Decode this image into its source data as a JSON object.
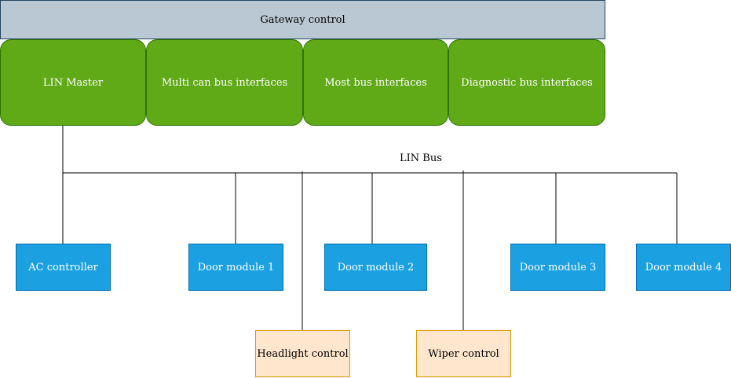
{
  "gateway": {
    "label": "Gateway control"
  },
  "interfaces": [
    {
      "label": "LIN Master"
    },
    {
      "label": "Multi can bus interfaces"
    },
    {
      "label": "Most bus interfaces"
    },
    {
      "label": "Diagnostic bus interfaces"
    }
  ],
  "bus": {
    "label": "LIN Bus"
  },
  "modules": [
    {
      "label": "AC controller"
    },
    {
      "label": "Door module 1"
    },
    {
      "label": "Door module 2"
    },
    {
      "label": "Door module 3"
    },
    {
      "label": "Door module 4"
    }
  ],
  "controls": [
    {
      "label": "Headlight control"
    },
    {
      "label": "Wiper control"
    }
  ],
  "colors": {
    "gateway_fill": "#bac8d3",
    "interface_fill": "#60a917",
    "module_fill": "#1ba1e2",
    "control_fill": "#ffe6cc"
  }
}
